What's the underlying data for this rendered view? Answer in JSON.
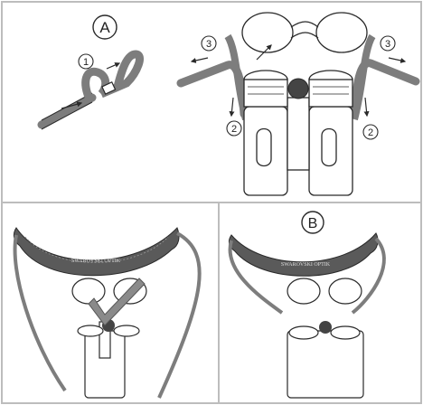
{
  "colors": {
    "frame": "#bdbdbd",
    "line": "#2a2a2a",
    "strap": "#7d7d7d",
    "strap_dark": "#505050",
    "pad": "#5a5a5a",
    "check": "#8a8a8a"
  },
  "labels": {
    "section_a": "A",
    "section_b": "B",
    "step_1": "1",
    "step_2_left": "2",
    "step_2_right": "2",
    "step_3_left": "3",
    "step_3_right": "3"
  },
  "brand_text": {
    "pad_left": "SWAROVSKI OPTIK",
    "pad_right": "SWAROVSKI OPTIK"
  },
  "icons": {
    "correct": "checkmark-icon"
  }
}
